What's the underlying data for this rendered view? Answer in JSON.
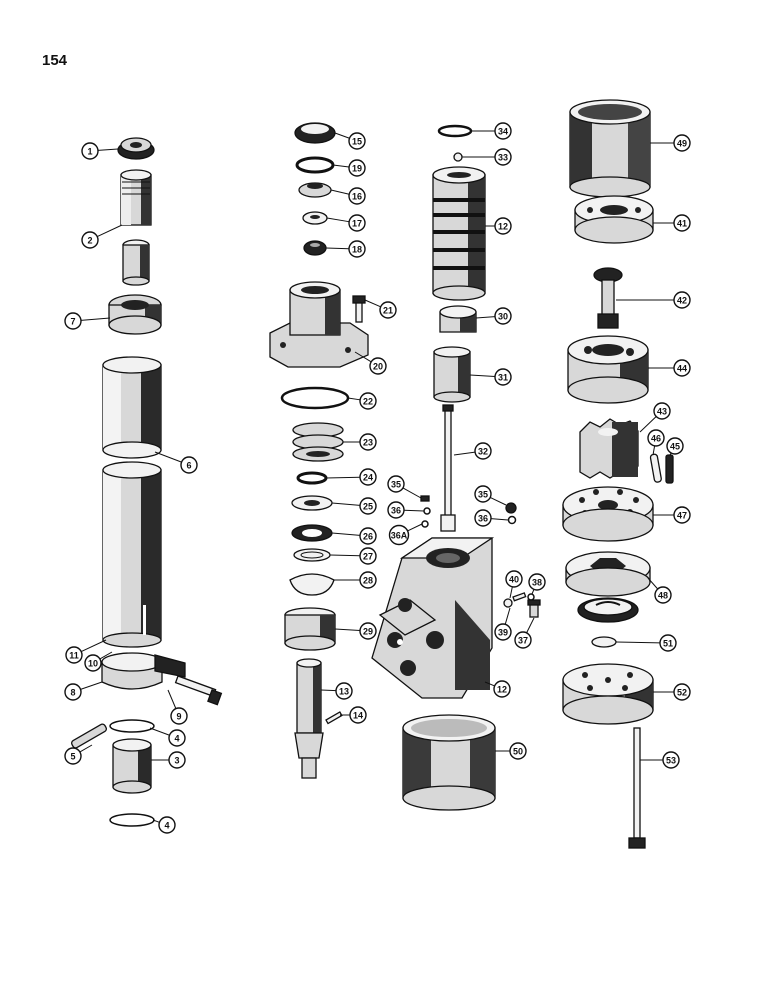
{
  "page_number": "154",
  "colors": {
    "ink": "#111111",
    "paper": "#ffffff"
  },
  "callouts": [
    {
      "label": "1"
    },
    {
      "label": "2"
    },
    {
      "label": "7"
    },
    {
      "label": "6"
    },
    {
      "label": "11"
    },
    {
      "label": "10"
    },
    {
      "label": "8"
    },
    {
      "label": "9"
    },
    {
      "label": "4"
    },
    {
      "label": "5"
    },
    {
      "label": "3"
    },
    {
      "label": "4"
    },
    {
      "label": "15"
    },
    {
      "label": "19"
    },
    {
      "label": "16"
    },
    {
      "label": "17"
    },
    {
      "label": "18"
    },
    {
      "label": "21"
    },
    {
      "label": "20"
    },
    {
      "label": "22"
    },
    {
      "label": "23"
    },
    {
      "label": "24"
    },
    {
      "label": "25"
    },
    {
      "label": "26"
    },
    {
      "label": "27"
    },
    {
      "label": "28"
    },
    {
      "label": "29"
    },
    {
      "label": "13"
    },
    {
      "label": "14"
    },
    {
      "label": "34"
    },
    {
      "label": "33"
    },
    {
      "label": "12"
    },
    {
      "label": "30"
    },
    {
      "label": "31"
    },
    {
      "label": "32"
    },
    {
      "label": "35"
    },
    {
      "label": "36"
    },
    {
      "label": "36A"
    },
    {
      "label": "35"
    },
    {
      "label": "36"
    },
    {
      "label": "40"
    },
    {
      "label": "38"
    },
    {
      "label": "39"
    },
    {
      "label": "37"
    },
    {
      "label": "12"
    },
    {
      "label": "50"
    },
    {
      "label": "49"
    },
    {
      "label": "41"
    },
    {
      "label": "42"
    },
    {
      "label": "44"
    },
    {
      "label": "43"
    },
    {
      "label": "46"
    },
    {
      "label": "45"
    },
    {
      "label": "47"
    },
    {
      "label": "48"
    },
    {
      "label": "51"
    },
    {
      "label": "52"
    },
    {
      "label": "53"
    }
  ]
}
